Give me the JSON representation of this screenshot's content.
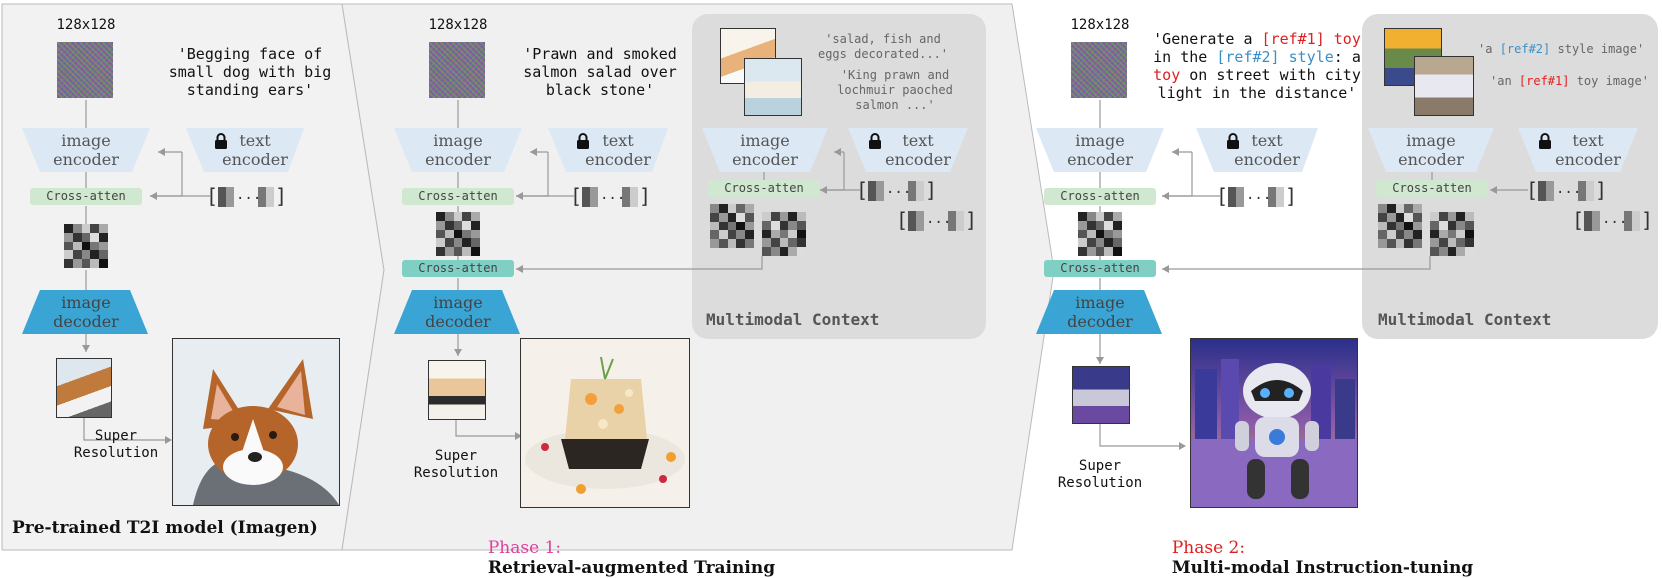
{
  "resolution": "128x128",
  "panel1": {
    "prompt": "'Begging face of\nsmall dog with big\nstanding ears'",
    "image_encoder": "image\nencoder",
    "text_encoder": "text\nencoder",
    "cross_atten": "Cross-atten",
    "image_decoder": "image\ndecoder",
    "super_resolution": "Super\nResolution",
    "caption": "Pre-trained T2I model (Imagen)"
  },
  "panel2": {
    "prompt": "'Prawn and smoked\nsalmon salad over\nblack stone'",
    "image_encoder": "image\nencoder",
    "text_encoder": "text\nencoder",
    "cross_atten_1": "Cross-atten",
    "cross_atten_2": "Cross-atten",
    "image_decoder": "image\ndecoder",
    "super_resolution": "Super\nResolution",
    "caption_prefix": "Phase 1:",
    "caption": "Retrieval-augmented Training",
    "context": {
      "label": "Multimodal Context",
      "text_1": "'salad, fish and\neggs decorated...'",
      "text_2": "'King prawn and\nlochmuir paoched\nsalmon ...'",
      "image_encoder": "image\nencoder",
      "text_encoder": "text\nencoder",
      "cross_atten": "Cross-atten"
    }
  },
  "panel3": {
    "prompt_parts": [
      "'Generate a ",
      "[ref#1] toy",
      "\nin the ",
      "[ref#2] style",
      ": a\n",
      "toy",
      " on street with city\nlight in the distance'"
    ],
    "image_encoder": "image\nencoder",
    "text_encoder": "text\nencoder",
    "cross_atten_1": "Cross-atten",
    "cross_atten_2": "Cross-atten",
    "image_decoder": "image\ndecoder",
    "super_resolution": "Super\nResolution",
    "caption_prefix": "Phase 2:",
    "caption": "Multi-modal Instruction-tuning",
    "context": {
      "label": "Multimodal Context",
      "text_1_parts": [
        "'a ",
        "[ref#2]",
        " style image'"
      ],
      "text_2_parts": [
        "'an ",
        "[ref#1]",
        " toy image'"
      ],
      "image_encoder": "image\nencoder",
      "text_encoder": "text\nencoder",
      "cross_atten": "Cross-atten"
    }
  },
  "colors": {
    "encoder_fill": "#dce8f4",
    "decoder_fill": "#3aa5d4",
    "cross_atten_light": "#cfe8cf",
    "cross_atten_teal": "#7fcfc4",
    "context_box": "#dcdcdc",
    "phase1_prefix": "#e0409a",
    "phase2_prefix": "#e02020",
    "ref_red": "#e02020",
    "ref_blue": "#3a8fc8"
  }
}
